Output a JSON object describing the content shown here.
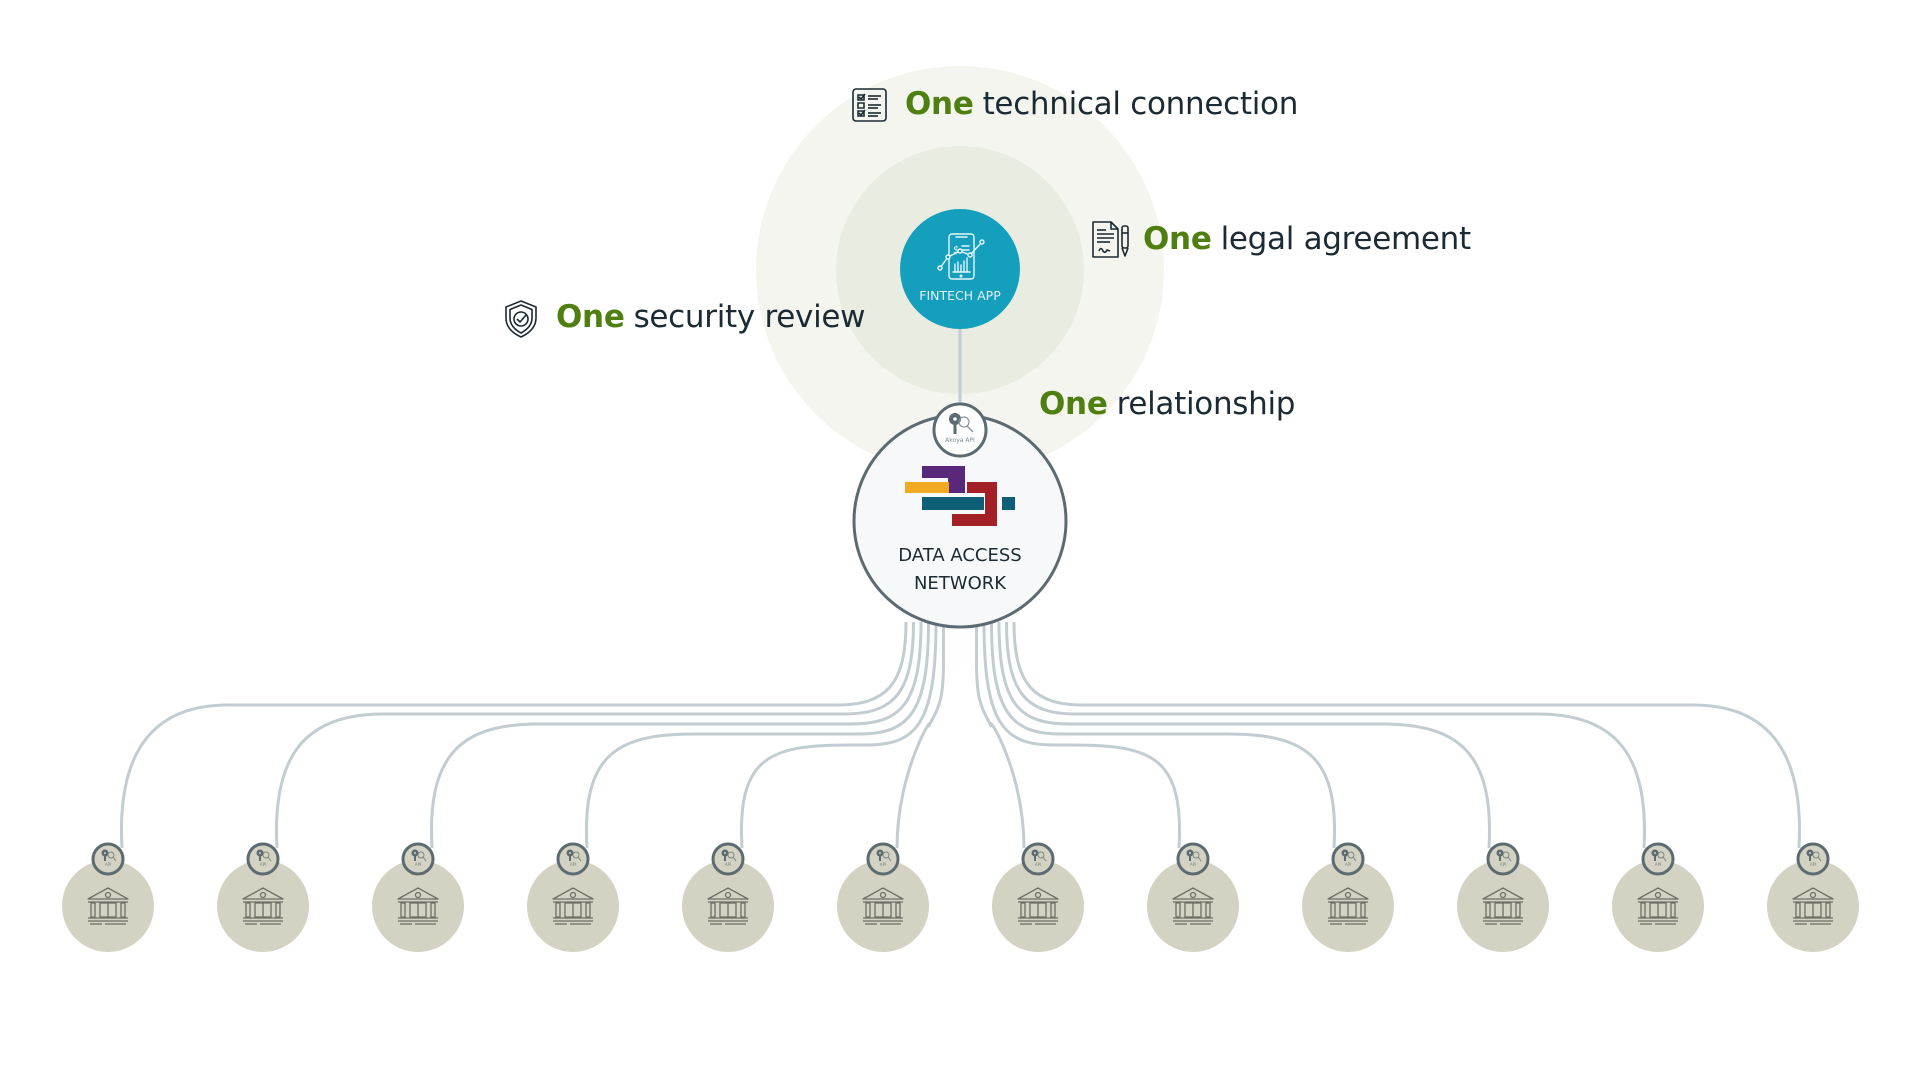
{
  "diagram": {
    "labels": {
      "technical": {
        "emphasis": "One",
        "text": "technical connection",
        "icon": "checklist-icon"
      },
      "legal": {
        "emphasis": "One",
        "text": "legal agreement",
        "icon": "signed-document-icon"
      },
      "security": {
        "emphasis": "One",
        "text": "security review",
        "icon": "shield-check-icon"
      },
      "relationship": {
        "emphasis": "One",
        "text": "relationship"
      }
    },
    "fintech": {
      "label": "FINTECH APP",
      "icon": "mobile-finance-icon",
      "color": "#149fbc"
    },
    "network": {
      "line1": "DATA ACCESS",
      "line2": "NETWORK",
      "api_label": "Akoya API",
      "icon": "key-search-icon"
    },
    "banks": {
      "count": 12,
      "icon": "bank-icon",
      "api_label": "API",
      "fill_color": "#d3d2c3"
    },
    "colors": {
      "accent_green": "#4f7f10",
      "outer_ring": "#f4f5ef",
      "inner_ring": "#e9ede1",
      "connector": "#c2cdd1",
      "border": "#5c6a71",
      "logo_purple": "#59287a",
      "logo_yellow": "#efaa22",
      "logo_teal": "#0f5e78",
      "logo_red": "#a42027"
    }
  }
}
